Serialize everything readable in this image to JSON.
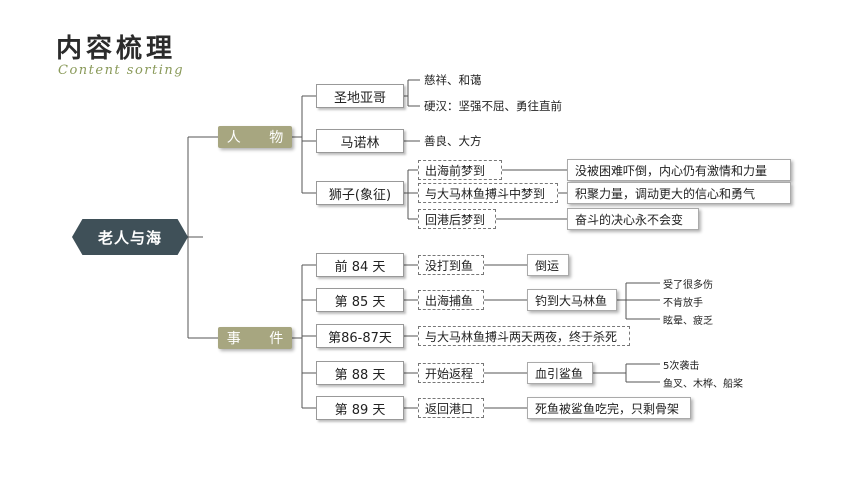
{
  "header": {
    "title": "内容梳理",
    "subtitle": "Content sorting"
  },
  "root": {
    "label": "老人与海"
  },
  "characters": {
    "label": "人 物",
    "items": [
      {
        "name": "圣地亚哥",
        "traits": [
          "慈祥、和蔼",
          "硬汉：坚强不屈、勇往直前"
        ]
      },
      {
        "name": "马诺林",
        "traits": [
          "善良、大方"
        ]
      },
      {
        "name": "狮子(象征)",
        "dreams": [
          {
            "dream": "出海前梦到",
            "meaning": "没被困难吓倒，内心仍有激情和力量"
          },
          {
            "dream": "与大马林鱼搏斗中梦到",
            "meaning": "积聚力量，调动更大的信心和勇气"
          },
          {
            "dream": "回港后梦到",
            "meaning": "奋斗的决心永不会变"
          }
        ]
      }
    ]
  },
  "events": {
    "label": "事 件",
    "items": [
      {
        "day": "前 84 天",
        "event": "没打到鱼",
        "result": "倒运",
        "details": []
      },
      {
        "day": "第 85 天",
        "event": "出海捕鱼",
        "result": "钓到大马林鱼",
        "details": [
          "受了很多伤",
          "不肯放手",
          "眩晕、疲乏"
        ]
      },
      {
        "day": "第86-87天",
        "event": "与大马林鱼搏斗两天两夜，终于杀死",
        "result": "",
        "details": []
      },
      {
        "day": "第 88 天",
        "event": "开始返程",
        "result": "血引鲨鱼",
        "details": [
          "5次袭击",
          "鱼叉、木桦、船桨"
        ]
      },
      {
        "day": "第 89 天",
        "event": "返回港口",
        "result": "死鱼被鲨鱼吃完，只剩骨架",
        "details": []
      }
    ]
  }
}
